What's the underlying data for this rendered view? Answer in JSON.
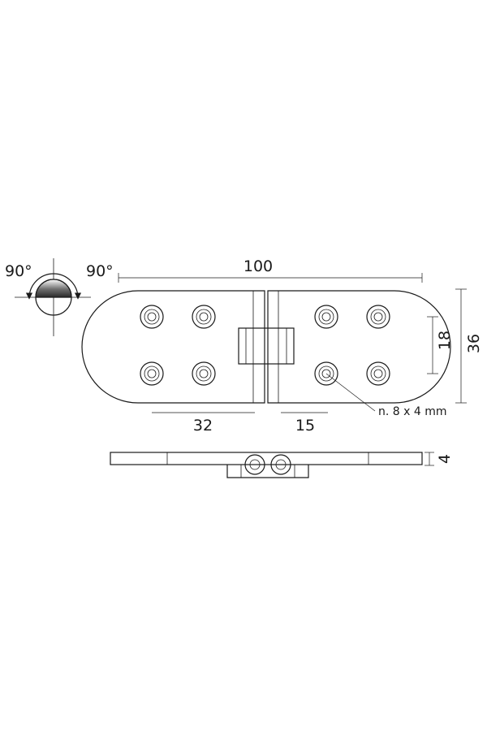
{
  "rotation": {
    "left_angle": "90°",
    "right_angle": "90°"
  },
  "dimensions": {
    "overall_length": "100",
    "inner_hole_spacing": "18",
    "overall_width": "36",
    "hole_pitch": "32",
    "knuckle_offset": "15",
    "thickness": "4"
  },
  "holes": {
    "callout": "n. 8 x 4 mm"
  }
}
